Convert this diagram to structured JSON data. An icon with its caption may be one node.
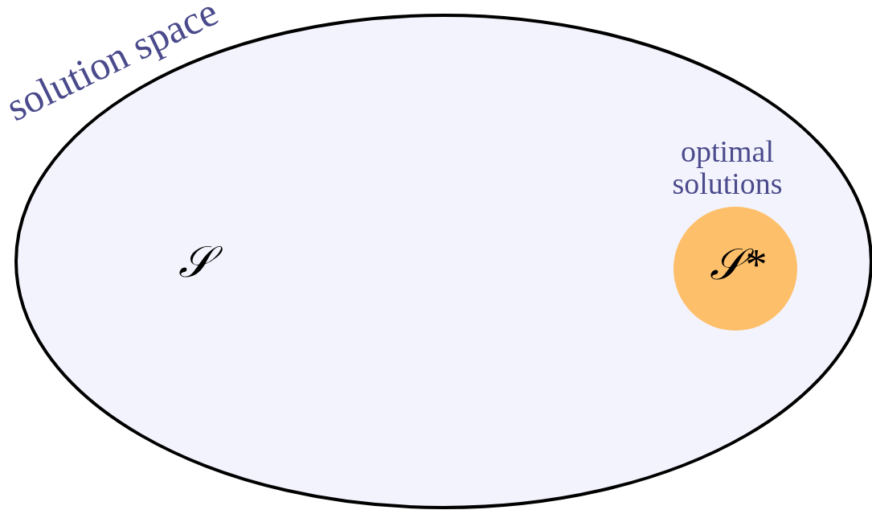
{
  "diagram": {
    "nodes": [
      {
        "text": [
          "solution space",
          "𝒮"
        ]
      },
      {
        "text": [
          "optimal solutions",
          "𝒮*"
        ],
        "in": 0
      }
    ]
  }
}
